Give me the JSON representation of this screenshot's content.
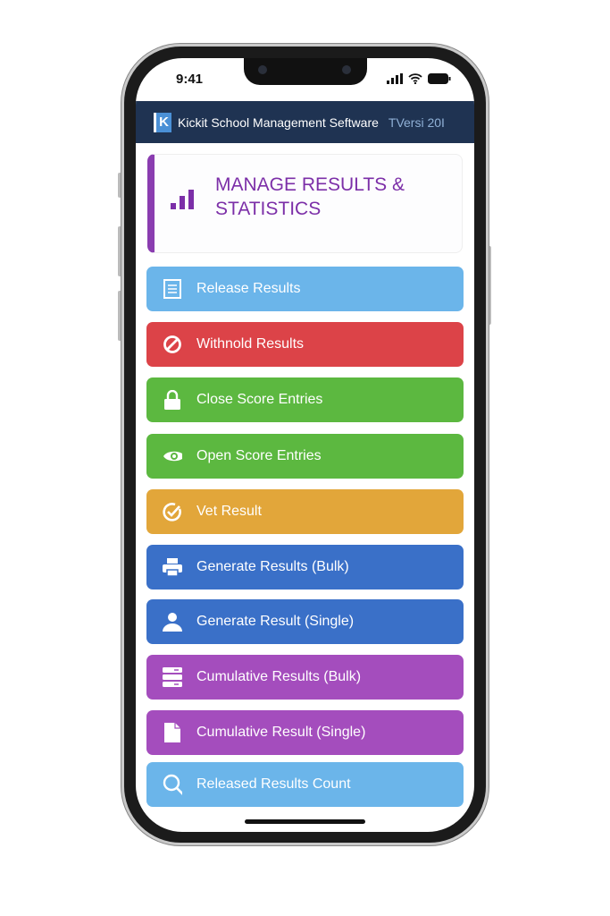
{
  "status": {
    "time": "9:41"
  },
  "header": {
    "title": "Kickit School Management Seftware",
    "version": "TVersi 20I",
    "logo_letter": "K"
  },
  "card": {
    "title": "MANAGE RESULTS & STATISTICS",
    "icon": "bar-chart-icon"
  },
  "buttons": [
    {
      "label": "Release Results",
      "icon": "document-icon",
      "color": "#6bb5ea"
    },
    {
      "label": "Withnold Results",
      "icon": "ban-icon",
      "color": "#dc4348"
    },
    {
      "label": "Close Score Entries",
      "icon": "lock-icon",
      "color": "#5cb840"
    },
    {
      "label": "Open Score Entries",
      "icon": "eye-icon",
      "color": "#5cb840"
    },
    {
      "label": "Vet Result",
      "icon": "check-circle-icon",
      "color": "#e2a63a"
    },
    {
      "label": "Generate Results (Bulk)",
      "icon": "printer-icon",
      "color": "#3a70c8"
    },
    {
      "label": "Generate Result (Single)",
      "icon": "user-icon",
      "color": "#3a70c8"
    },
    {
      "label": "Cumulative Results (Bulk)",
      "icon": "server-icon",
      "color": "#a44dbd"
    },
    {
      "label": "Cumulative Result (Single)",
      "icon": "file-icon",
      "color": "#a44dbd"
    },
    {
      "label": "Released Results Count",
      "icon": "search-icon",
      "color": "#6bb5ea"
    }
  ]
}
